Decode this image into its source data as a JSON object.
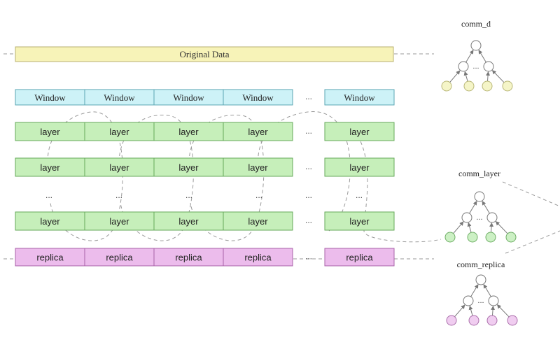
{
  "original_data": {
    "label": "Original Data",
    "color": "#f7f3b8",
    "stroke": "#b8b070"
  },
  "window_row": {
    "labels": [
      "Window",
      "Window",
      "Window",
      "Window",
      "Window"
    ],
    "color": "#cdf2f7",
    "stroke": "#5aa6b3"
  },
  "layer_rows": [
    {
      "labels": [
        "layer",
        "layer",
        "layer",
        "layer",
        "layer"
      ]
    },
    {
      "labels": [
        "layer",
        "layer",
        "layer",
        "layer",
        "layer"
      ]
    },
    {
      "labels": [
        "layer",
        "layer",
        "layer",
        "layer",
        "layer"
      ]
    }
  ],
  "layer_style": {
    "color": "#c6efba",
    "stroke": "#66a85a"
  },
  "replica_row": {
    "labels": [
      "replica",
      "replica",
      "replica",
      "replica",
      "replica"
    ],
    "color": "#ecbcec",
    "stroke": "#a962a9"
  },
  "ellipsis": "...",
  "vertical_ellipsis": "...",
  "trees": [
    {
      "label": "comm_d",
      "leaf_color": "#f5f5c8",
      "leaf_stroke": "#b9b778"
    },
    {
      "label": "comm_layer",
      "leaf_color": "#ccf0c4",
      "leaf_stroke": "#6fae66"
    },
    {
      "label": "comm_replica",
      "leaf_color": "#f0cdf0",
      "leaf_stroke": "#aa6eaa"
    }
  ]
}
